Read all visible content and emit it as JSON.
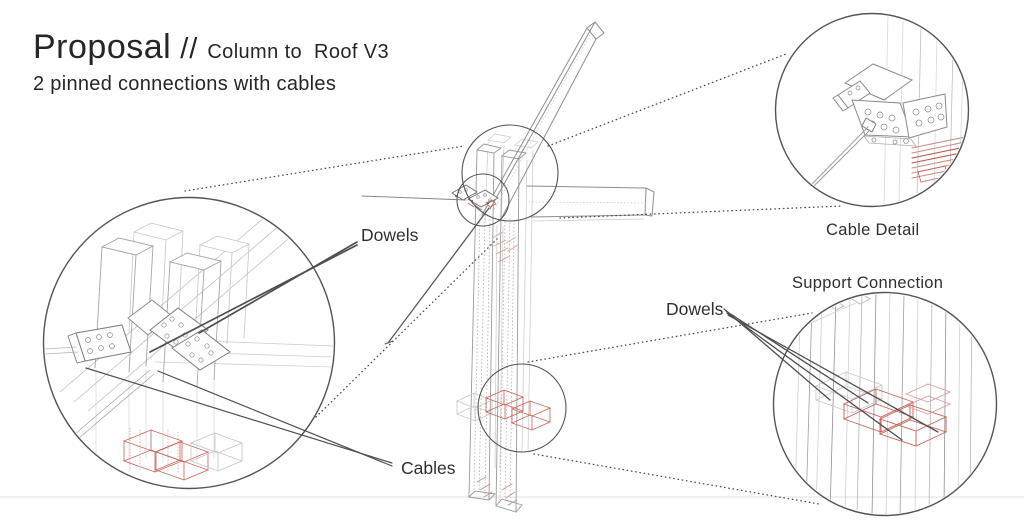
{
  "page": {
    "background": "#ffffff"
  },
  "title": {
    "main": "Proposal",
    "separator": "//",
    "context": "Column to  Roof V3",
    "subtitle": "2 pinned connections with cables"
  },
  "labels": {
    "dowels_main": "Dowels",
    "cables": "Cables",
    "dowels_support": "Dowels",
    "cable_detail": "Cable Detail",
    "support_connection": "Support Connection"
  },
  "colors": {
    "line_dark": "#4a4a4a",
    "line_mid": "#8f8f8f",
    "line_light": "#cfcfcf",
    "accent_red": "#c4635a",
    "accent_red_light": "#d8a09a",
    "text": "#262626"
  }
}
